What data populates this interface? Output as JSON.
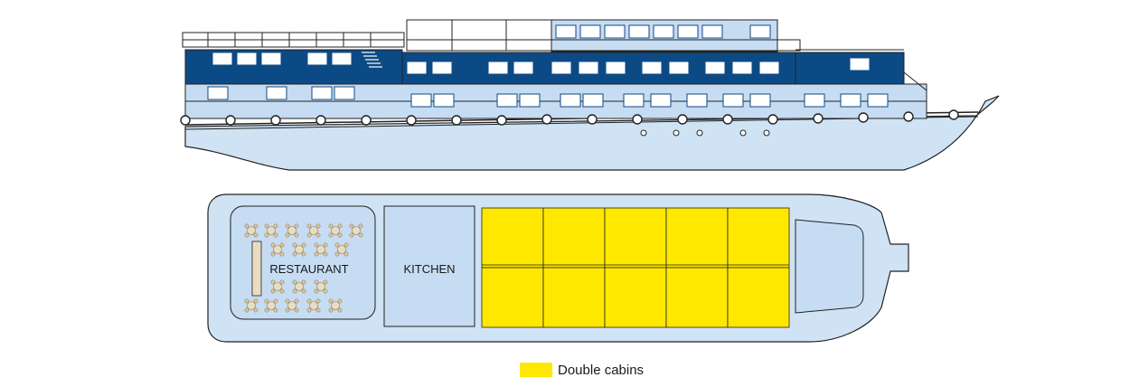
{
  "deck_plan": {
    "labels": {
      "restaurant": "RESTAURANT",
      "kitchen": "KITCHEN"
    },
    "legend": {
      "label": "Double cabins",
      "color": "#ffe800"
    },
    "colors": {
      "hull": "#cfe3f5",
      "dark_blue": "#0c4a86",
      "light_blue": "#c6dcf2",
      "outline": "#222222"
    },
    "cabin_grid": {
      "columns": 5,
      "rows": 2
    }
  }
}
